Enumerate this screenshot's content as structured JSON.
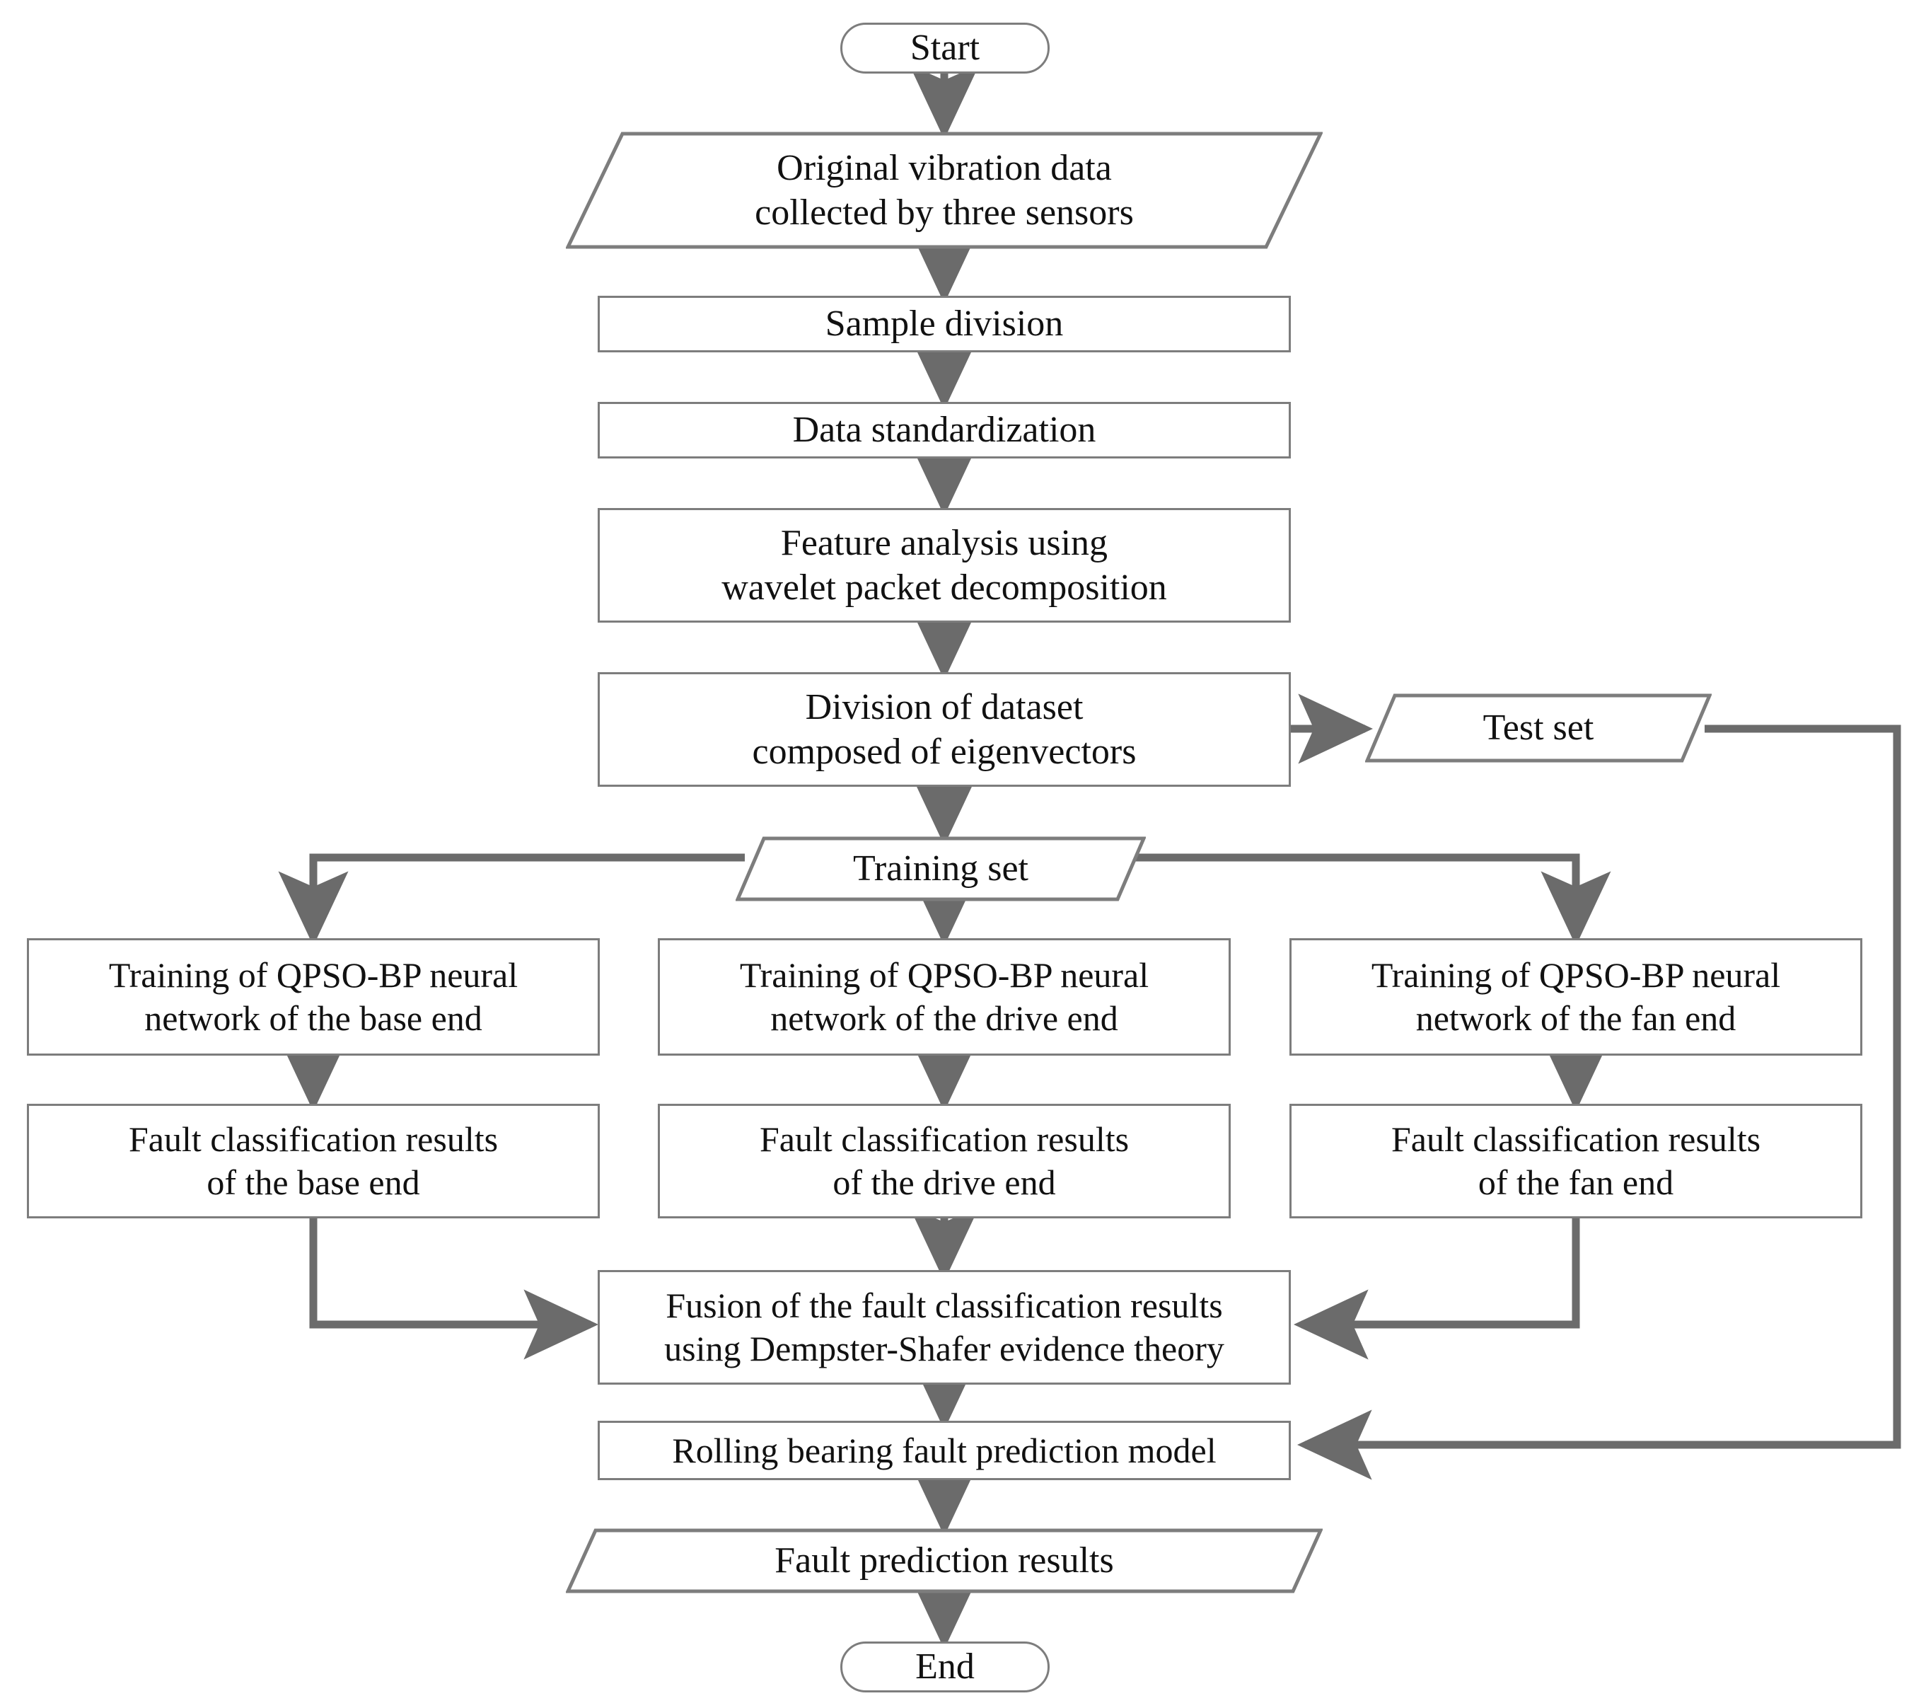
{
  "diagram": {
    "title": "Rolling bearing fault prediction flowchart",
    "colors": {
      "line": "#6b6b6b",
      "box_border": "#7d7d7d",
      "text": "#111111",
      "background": "#ffffff"
    },
    "nodes": {
      "start": {
        "label": "Start",
        "shape": "terminator"
      },
      "original_data": {
        "label": "Original vibration data\ncollected by three sensors",
        "shape": "parallelogram"
      },
      "sample_division": {
        "label": "Sample division",
        "shape": "rectangle"
      },
      "data_standardization": {
        "label": "Data standardization",
        "shape": "rectangle"
      },
      "feature_analysis": {
        "label": "Feature analysis using\nwavelet packet decomposition",
        "shape": "rectangle"
      },
      "division_dataset": {
        "label": "Division of dataset\ncomposed of eigenvectors",
        "shape": "rectangle"
      },
      "test_set": {
        "label": "Test set",
        "shape": "parallelogram"
      },
      "training_set": {
        "label": "Training set",
        "shape": "parallelogram"
      },
      "train_base": {
        "label": "Training of QPSO-BP neural\nnetwork of the base end",
        "shape": "rectangle"
      },
      "train_drive": {
        "label": "Training of QPSO-BP neural\nnetwork of the drive end",
        "shape": "rectangle"
      },
      "train_fan": {
        "label": "Training of QPSO-BP neural\nnetwork of the fan end",
        "shape": "rectangle"
      },
      "result_base": {
        "label": "Fault classification results\nof the base end",
        "shape": "rectangle"
      },
      "result_drive": {
        "label": "Fault classification results\nof the drive end",
        "shape": "rectangle"
      },
      "result_fan": {
        "label": "Fault classification results\nof the fan end",
        "shape": "rectangle"
      },
      "fusion": {
        "label": "Fusion of the fault classification results\nusing Dempster-Shafer evidence theory",
        "shape": "rectangle"
      },
      "prediction_model": {
        "label": "Rolling bearing fault prediction model",
        "shape": "rectangle"
      },
      "prediction_results": {
        "label": "Fault prediction results",
        "shape": "parallelogram"
      },
      "end": {
        "label": "End",
        "shape": "terminator"
      }
    },
    "edges": [
      {
        "from": "start",
        "to": "original_data"
      },
      {
        "from": "original_data",
        "to": "sample_division"
      },
      {
        "from": "sample_division",
        "to": "data_standardization"
      },
      {
        "from": "data_standardization",
        "to": "feature_analysis"
      },
      {
        "from": "feature_analysis",
        "to": "division_dataset"
      },
      {
        "from": "division_dataset",
        "to": "test_set"
      },
      {
        "from": "division_dataset",
        "to": "training_set"
      },
      {
        "from": "training_set",
        "to": "train_base"
      },
      {
        "from": "training_set",
        "to": "train_drive"
      },
      {
        "from": "training_set",
        "to": "train_fan"
      },
      {
        "from": "train_base",
        "to": "result_base"
      },
      {
        "from": "train_drive",
        "to": "result_drive"
      },
      {
        "from": "train_fan",
        "to": "result_fan"
      },
      {
        "from": "result_base",
        "to": "fusion"
      },
      {
        "from": "result_drive",
        "to": "fusion"
      },
      {
        "from": "result_fan",
        "to": "fusion"
      },
      {
        "from": "fusion",
        "to": "prediction_model"
      },
      {
        "from": "test_set",
        "to": "prediction_model"
      },
      {
        "from": "prediction_model",
        "to": "prediction_results"
      },
      {
        "from": "prediction_results",
        "to": "end"
      }
    ]
  }
}
